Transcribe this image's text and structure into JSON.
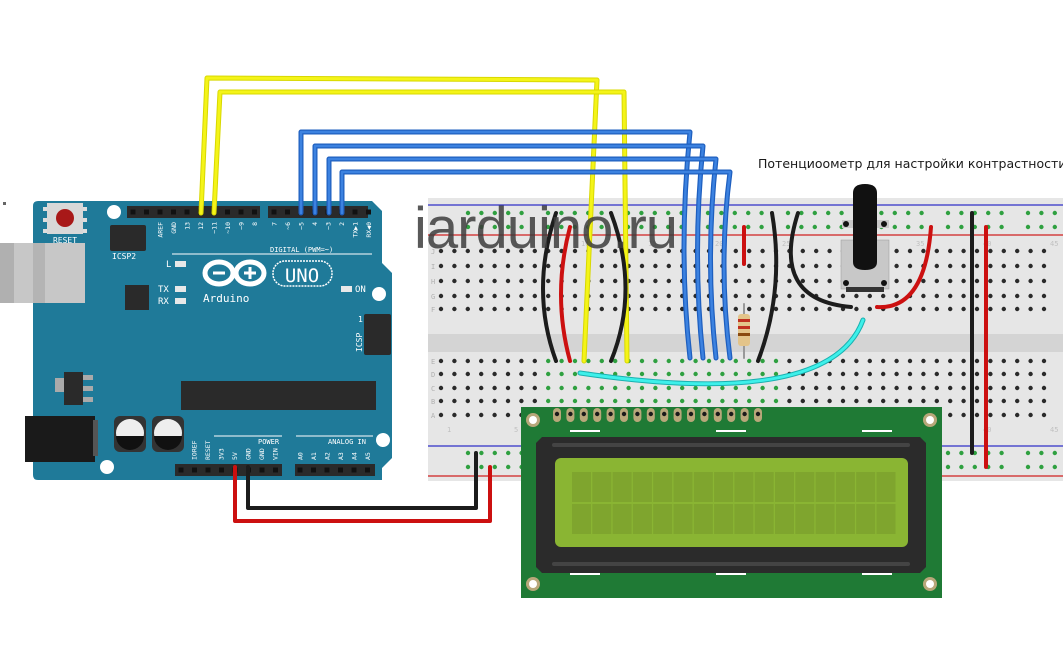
{
  "title": "Arduino UNO + LCD 1602 wiring diagram",
  "caption": "Потенциоометр для настройки контрастности",
  "watermark": "iarduino.ru",
  "colors": {
    "board": "#1f7a99",
    "board_edge": "#176a86",
    "breadboard": "#e6e6e6",
    "breadboard_channel": "#d2d2d2",
    "rail_blue": "#3030c8",
    "rail_red": "#d02020",
    "wire_yellow": "#f2f20a",
    "wire_blue": "#2a6fd0",
    "wire_black": "#1c1c1c",
    "wire_red": "#cc1010",
    "wire_cyan": "#2ee0dc",
    "lcd_pcb": "#1f7a35",
    "lcd_bezel": "#2b2b2b",
    "lcd_screen": "#8ab533",
    "lcd_cell": "#7fa52e"
  },
  "arduino": {
    "reset_label": "RESET",
    "icsp2_label": "ICSP2",
    "icsp_label": "ICSP",
    "icsp_pin1": "1",
    "led_l": "L",
    "led_tx": "TX",
    "led_rx": "RX",
    "led_on": "ON",
    "logo_text": "Arduino",
    "model": "UNO",
    "digital_label": "DIGITAL (PWM=~)",
    "power_label": "POWER",
    "analog_label": "ANALOG IN",
    "digital_pins_left": [
      "AREF",
      "GND",
      "13",
      "12",
      "~11",
      "~10",
      "~9",
      "8"
    ],
    "digital_pins_right": [
      "7",
      "~6",
      "~5",
      "4",
      "~3",
      "2",
      "TX▶1",
      "RX◀0"
    ],
    "power_pins": [
      "IOREF",
      "RESET",
      "3V3",
      "5V",
      "GND",
      "GND",
      "VIN"
    ],
    "analog_pins": [
      "A0",
      "A1",
      "A2",
      "A3",
      "A4",
      "A5"
    ]
  },
  "breadboard": {
    "row_labels_top": [
      "J",
      "I",
      "H",
      "G",
      "F"
    ],
    "row_labels_bottom": [
      "E",
      "D",
      "C",
      "B",
      "A"
    ],
    "column_numbers": [
      "1",
      "5",
      "10",
      "15",
      "20",
      "25",
      "30",
      "35",
      "40",
      "45"
    ]
  },
  "lcd": {
    "columns": 16,
    "rows": 2,
    "pin_count": 16
  },
  "connections": [
    {
      "from": "Arduino 12",
      "to": "LCD RS",
      "color": "yellow"
    },
    {
      "from": "Arduino 11",
      "to": "LCD E",
      "color": "yellow"
    },
    {
      "from": "Arduino 5",
      "to": "LCD D4",
      "color": "blue"
    },
    {
      "from": "Arduino 4",
      "to": "LCD D5",
      "color": "blue"
    },
    {
      "from": "Arduino 3",
      "to": "LCD D6",
      "color": "blue"
    },
    {
      "from": "Arduino 2",
      "to": "LCD D7",
      "color": "blue"
    },
    {
      "from": "Arduino 5V",
      "to": "Breadboard + rail",
      "color": "red"
    },
    {
      "from": "Arduino GND",
      "to": "Breadboard - rail",
      "color": "black"
    },
    {
      "from": "Potentiometer wiper",
      "to": "LCD V0",
      "color": "cyan"
    }
  ]
}
